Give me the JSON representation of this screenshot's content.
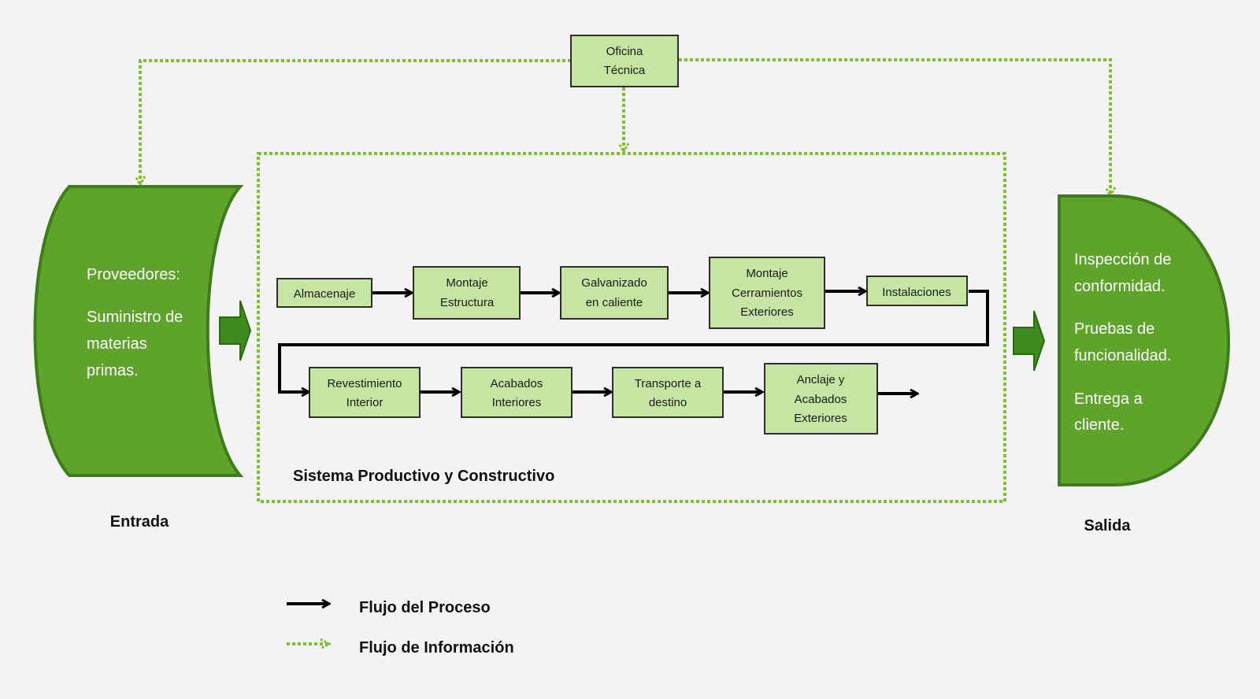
{
  "colors": {
    "background": "#f3f3f3",
    "box_fill": "#c6e5a3",
    "box_stroke": "#2e2e2e",
    "block_fill": "#5ea32a",
    "block_stroke": "#3f7d1b",
    "info_flow": "#7cc22c",
    "process_flow": "#000000",
    "big_arrow": "#3f8a1e"
  },
  "oficina": {
    "line1": "Oficina",
    "line2": "Técnica"
  },
  "entrada": {
    "title": "Proveedores:",
    "lines": [
      "Suministro de",
      "materias",
      "primas."
    ],
    "label": "Entrada"
  },
  "salida": {
    "lines": [
      "Inspección de",
      "conformidad.",
      "Pruebas de",
      "funcionalidad.",
      "Entrega a",
      "cliente."
    ],
    "label": "Salida"
  },
  "system": {
    "label": "Sistema Productivo y Constructivo"
  },
  "processes": {
    "almacenaje": [
      "Almacenaje"
    ],
    "montaje_estructura": [
      "Montaje",
      "Estructura"
    ],
    "galvanizado": [
      "Galvanizado",
      "en caliente"
    ],
    "montaje_cerramientos": [
      "Montaje",
      "Cerramientos",
      "Exteriores"
    ],
    "instalaciones": [
      "Instalaciones"
    ],
    "revestimiento": [
      "Revestimiento",
      "Interior"
    ],
    "acabados_interiores": [
      "Acabados",
      "Interiores"
    ],
    "transporte": [
      "Transporte a",
      "destino"
    ],
    "anclaje": [
      "Anclaje y",
      "Acabados",
      "Exteriores"
    ]
  },
  "legend": {
    "process_flow": "Flujo del Proceso",
    "info_flow": "Flujo de Información"
  }
}
